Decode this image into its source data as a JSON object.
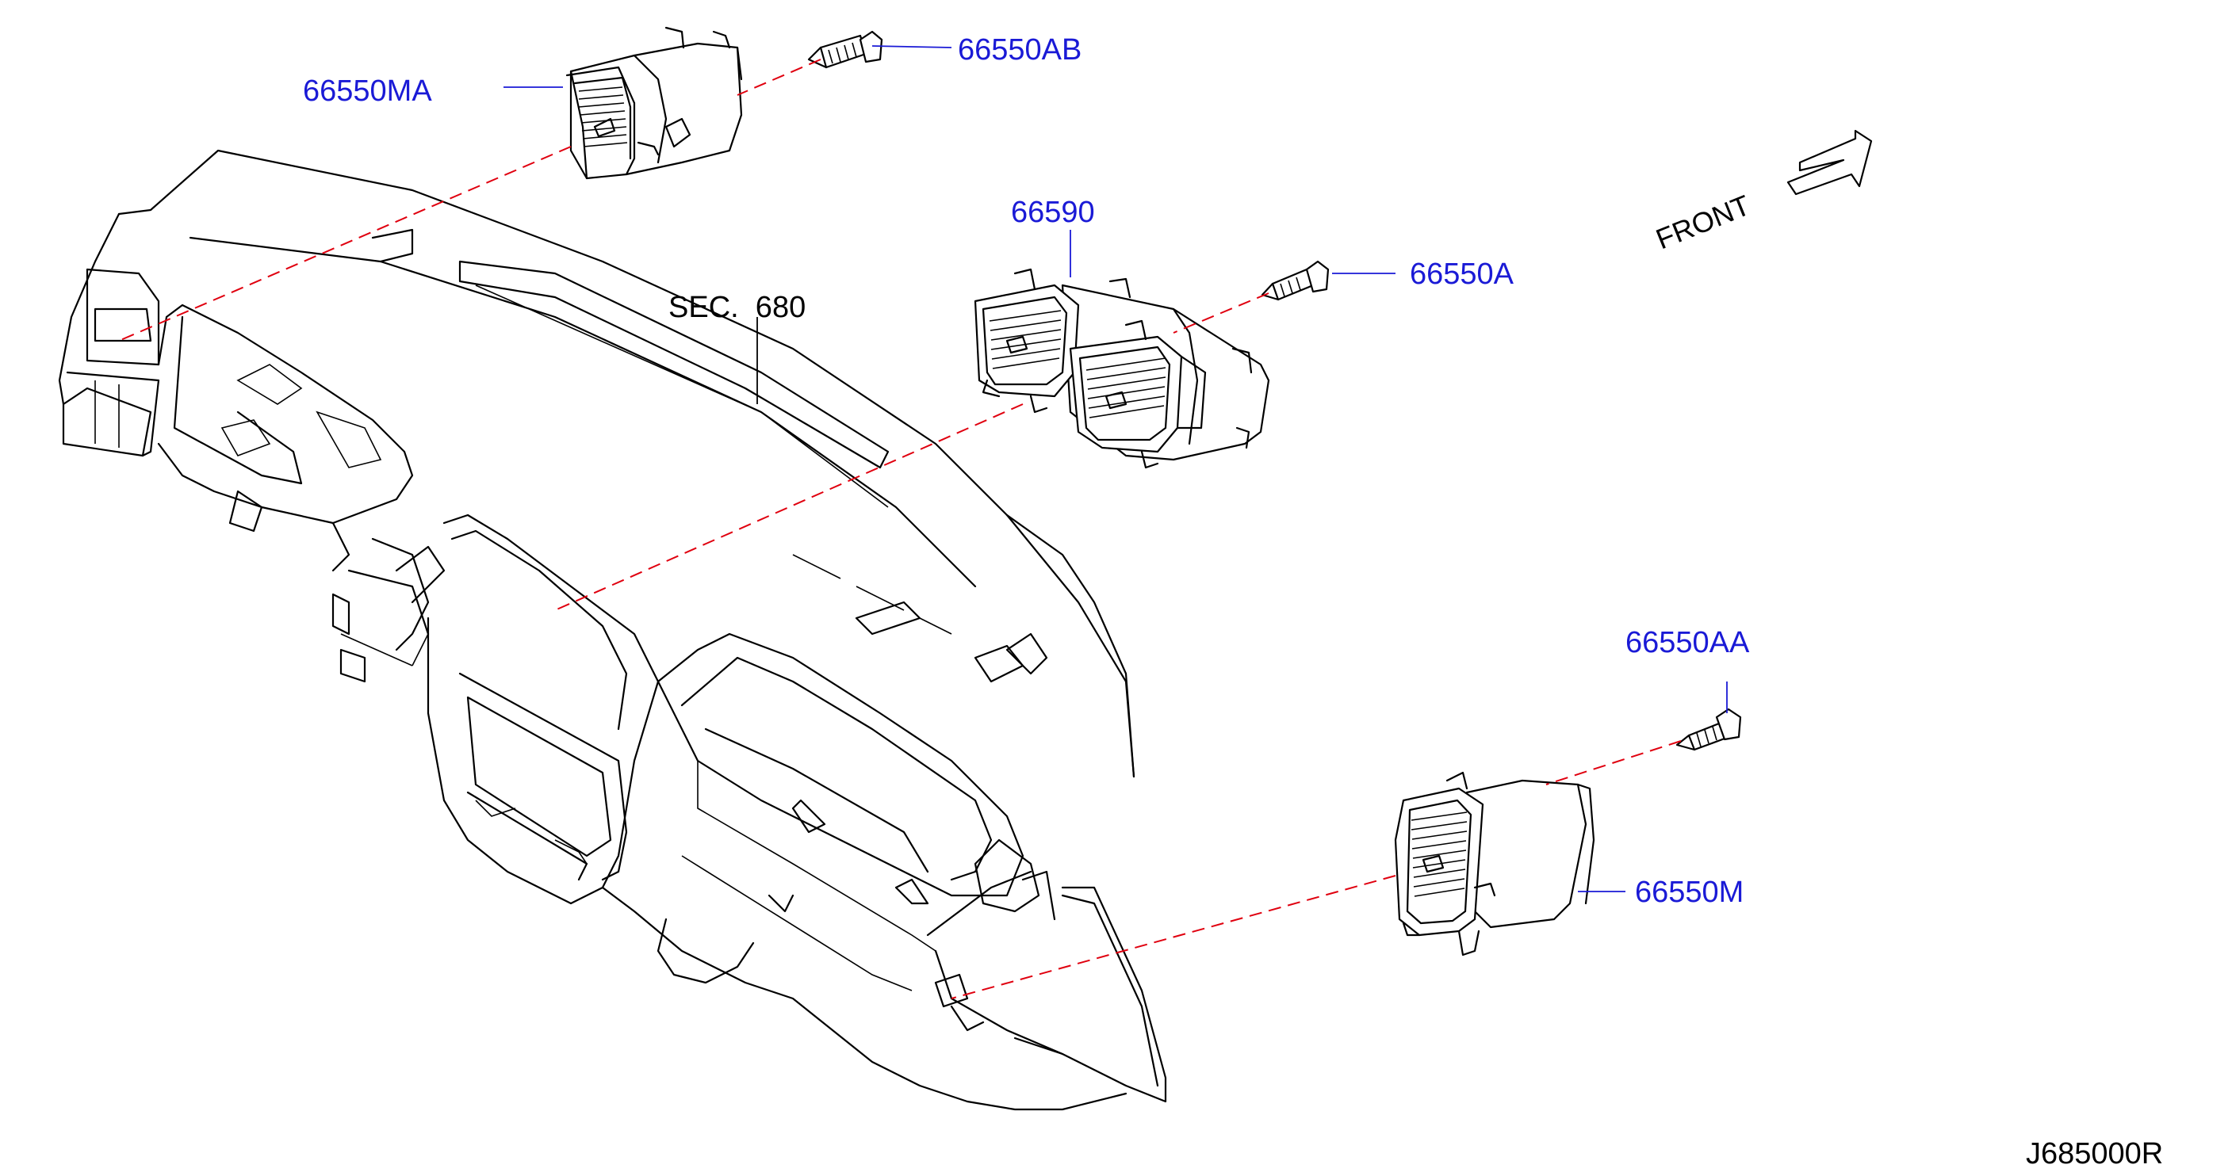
{
  "diagram": {
    "sheet_code": "J685000R",
    "section_ref": "SEC.  680",
    "direction_label": "FRONT",
    "colors": {
      "part_label": "#1a1ad6",
      "dashed_line": "#e0000f",
      "outline": "#000000",
      "background": "#ffffff"
    },
    "parts": [
      {
        "number": "66550MA",
        "description_icon": "side-vent-left-icon"
      },
      {
        "number": "66550AB",
        "description_icon": "screw-icon"
      },
      {
        "number": "66590",
        "description_icon": "center-vent-icon"
      },
      {
        "number": "66550A",
        "description_icon": "screw-icon"
      },
      {
        "number": "66550AA",
        "description_icon": "screw-icon"
      },
      {
        "number": "66550M",
        "description_icon": "side-vent-right-icon"
      }
    ]
  }
}
